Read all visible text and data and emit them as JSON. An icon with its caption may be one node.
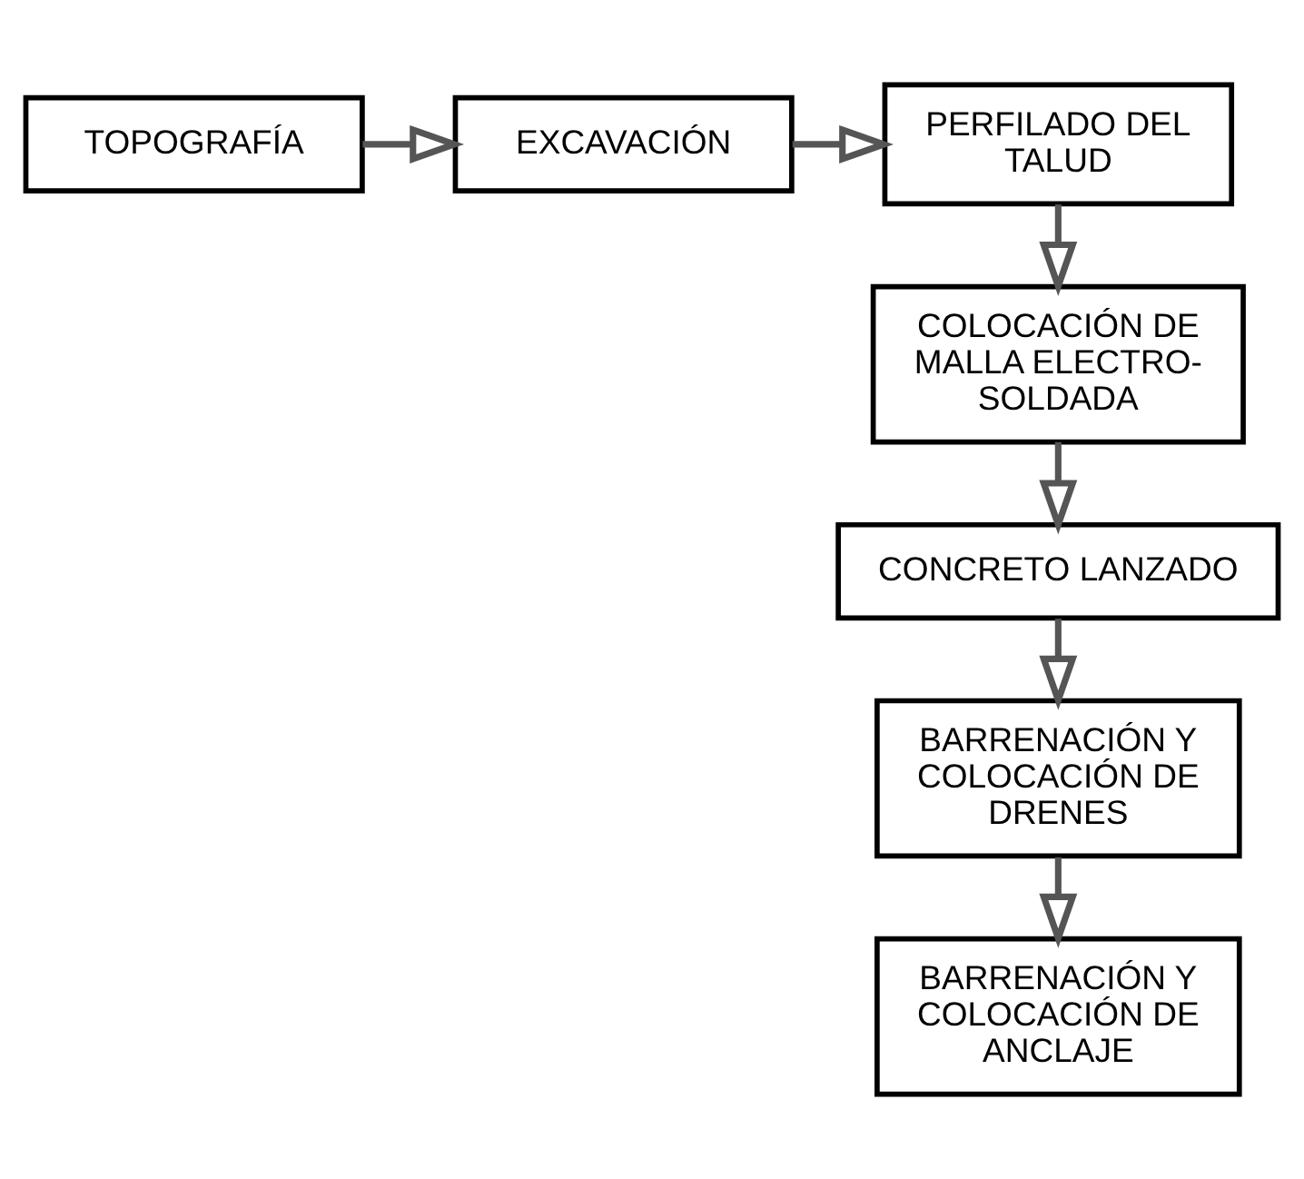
{
  "diagram": {
    "nodes": [
      {
        "text": [
          "TOPOGRAFÍA"
        ]
      },
      {
        "text": [
          "EXCAVACIÓN"
        ]
      },
      {
        "text": [
          "PERFILADO DEL TALUD"
        ]
      },
      {
        "text": [
          "COLOCACIÓN DE MALLA ELECTRO-SOLDADA"
        ]
      },
      {
        "text": [
          "CONCRETO LANZADO"
        ]
      },
      {
        "text": [
          "BARRENACIÓN Y COLOCACIÓN DE DRENES"
        ]
      },
      {
        "text": [
          "BARRENACIÓN Y COLOCACIÓN DE ANCLAJE"
        ]
      }
    ],
    "edges": [
      {
        "from": 0,
        "to": 1,
        "arrow": "to"
      },
      {
        "from": 1,
        "to": 2,
        "arrow": "to"
      },
      {
        "from": 2,
        "to": 3,
        "arrow": "to"
      },
      {
        "from": 3,
        "to": 4,
        "arrow": "to"
      },
      {
        "from": 4,
        "to": 5,
        "arrow": "to"
      },
      {
        "from": 5,
        "to": 6,
        "arrow": "to"
      }
    ]
  }
}
